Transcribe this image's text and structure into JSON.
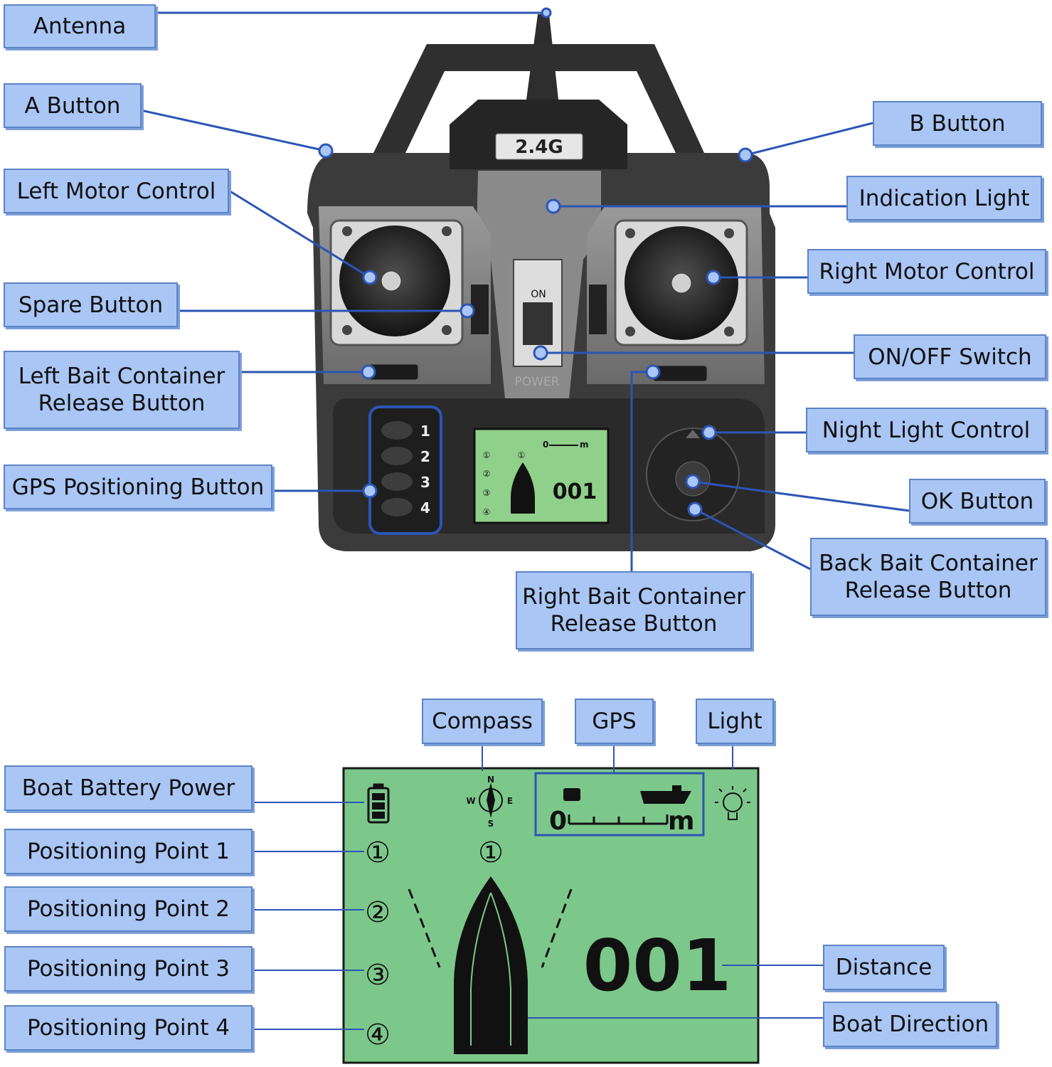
{
  "transmitter": {
    "frequency_badge": "2.4G",
    "switch_on": "ON",
    "power_text": "POWER",
    "gps_numbers": [
      "1",
      "2",
      "3",
      "4"
    ],
    "mini_distance": "001",
    "mini_scale_start": "0",
    "mini_scale_unit": "m",
    "mini_points": [
      "①",
      "①",
      "②",
      "③",
      "④"
    ]
  },
  "labels": {
    "antenna": "Antenna",
    "a_button": "A Button",
    "b_button": "B Button",
    "left_motor": "Left Motor Control",
    "indication_light": "Indication Light",
    "right_motor": "Right Motor Control",
    "spare_button": "Spare Button",
    "on_off": "ON/OFF Switch",
    "left_bait_l1": "Left Bait Container",
    "left_bait_l2": "Release Button",
    "night_light": "Night Light Control",
    "gps_button": "GPS Positioning Button",
    "ok_button": "OK Button",
    "back_bait_l1": "Back Bait Container",
    "back_bait_l2": "Release Button",
    "right_bait_l1": "Right Bait Container",
    "right_bait_l2": "Release Button"
  },
  "screen_labels": {
    "compass": "Compass",
    "gps": "GPS",
    "light": "Light",
    "battery": "Boat Battery Power",
    "point1": "Positioning Point 1",
    "point2": "Positioning Point 2",
    "point3": "Positioning Point 3",
    "point4": "Positioning Point 4",
    "distance": "Distance",
    "direction": "Boat Direction"
  },
  "screen": {
    "distance_value": "001",
    "scale_start": "0",
    "scale_unit": "m",
    "compass_n": "N",
    "compass_s": "S",
    "compass_e": "E",
    "compass_w": "W",
    "point_marks": [
      "①",
      "②",
      "③",
      "④"
    ],
    "compass_point_mark": "①"
  },
  "colors": {
    "label_fill": "#a9c6f5",
    "leader_line": "#2b55b5",
    "lcd_green": "#7cc88a",
    "body_dark": "#3a3a3a"
  }
}
